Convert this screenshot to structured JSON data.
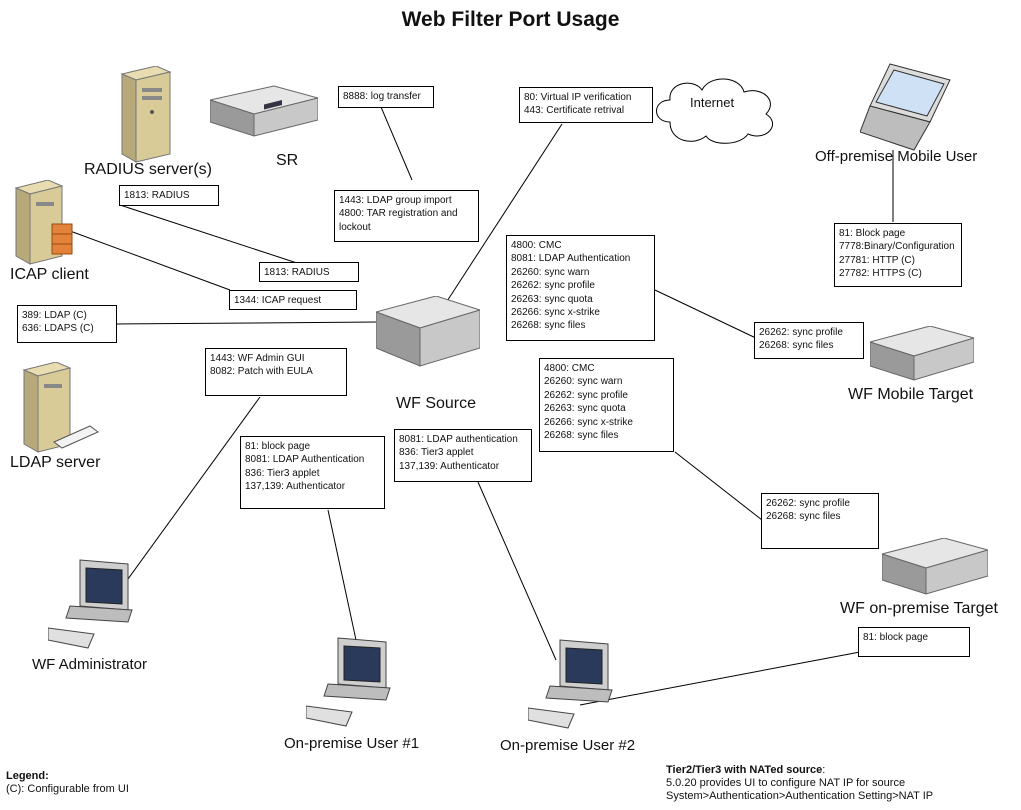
{
  "title": "Web Filter Port Usage",
  "nodes": {
    "radius": "RADIUS server(s)",
    "sr": "SR",
    "icap": "ICAP client",
    "ldap": "LDAP server",
    "internet": "Internet",
    "mobile_user": "Off-premise Mobile User",
    "wf_source": "WF Source",
    "wf_mobile": "WF Mobile Target",
    "wf_onprem": "WF on-premise Target",
    "wf_admin": "WF Administrator",
    "user1": "On-premise User #1",
    "user2": "On-premise User #2"
  },
  "boxes": {
    "radius_1": [
      "1813: RADIUS"
    ],
    "radius_2": [
      "1813: RADIUS"
    ],
    "icap": [
      "1344: ICAP request"
    ],
    "ldap": [
      "389: LDAP (C)",
      "636: LDAPS (C)"
    ],
    "sr_log": [
      "8888: log transfer"
    ],
    "sr_ldap": [
      "1443: LDAP group import",
      "4800: TAR registration and",
      "lockout"
    ],
    "internet": [
      "80: Virtual IP verification",
      "443: Certificate retrival"
    ],
    "mobile_user": [
      "81: Block page",
      "7778:Binary/Configuration",
      "27781: HTTP (C)",
      "27782: HTTPS (C)"
    ],
    "source_mobile": [
      "4800: CMC",
      "8081: LDAP Authentication",
      "26260: sync warn",
      "26262: sync profile",
      "26263: sync quota",
      "26266: sync x-strike",
      "26268: sync files"
    ],
    "mobile_target": [
      "26262: sync profile",
      "26268: sync files"
    ],
    "source_onprem": [
      "4800: CMC",
      "26260: sync warn",
      "26262: sync profile",
      "26263: sync quota",
      "26266: sync x-strike",
      "26268: sync files"
    ],
    "onprem_target": [
      "26262: sync profile",
      "26268: sync files"
    ],
    "admin": [
      "1443: WF Admin GUI",
      "8082: Patch with EULA"
    ],
    "user1": [
      "81: block page",
      "8081: LDAP Authentication",
      "836: Tier3 applet",
      "137,139: Authenticator"
    ],
    "user2": [
      "8081: LDAP authentication",
      "836: Tier3 applet",
      "137,139: Authenticator"
    ],
    "onprem_block": [
      "81: block page"
    ]
  },
  "legend": {
    "heading": "Legend:",
    "line1": "(C): Configurable from UI"
  },
  "note": {
    "heading": "Tier2/Tier3 with NATed source",
    "colon": ":",
    "line1": "5.0.20 provides UI to configure NAT IP for source",
    "line2": "System>Authentication>Authentication Setting>NAT IP"
  }
}
